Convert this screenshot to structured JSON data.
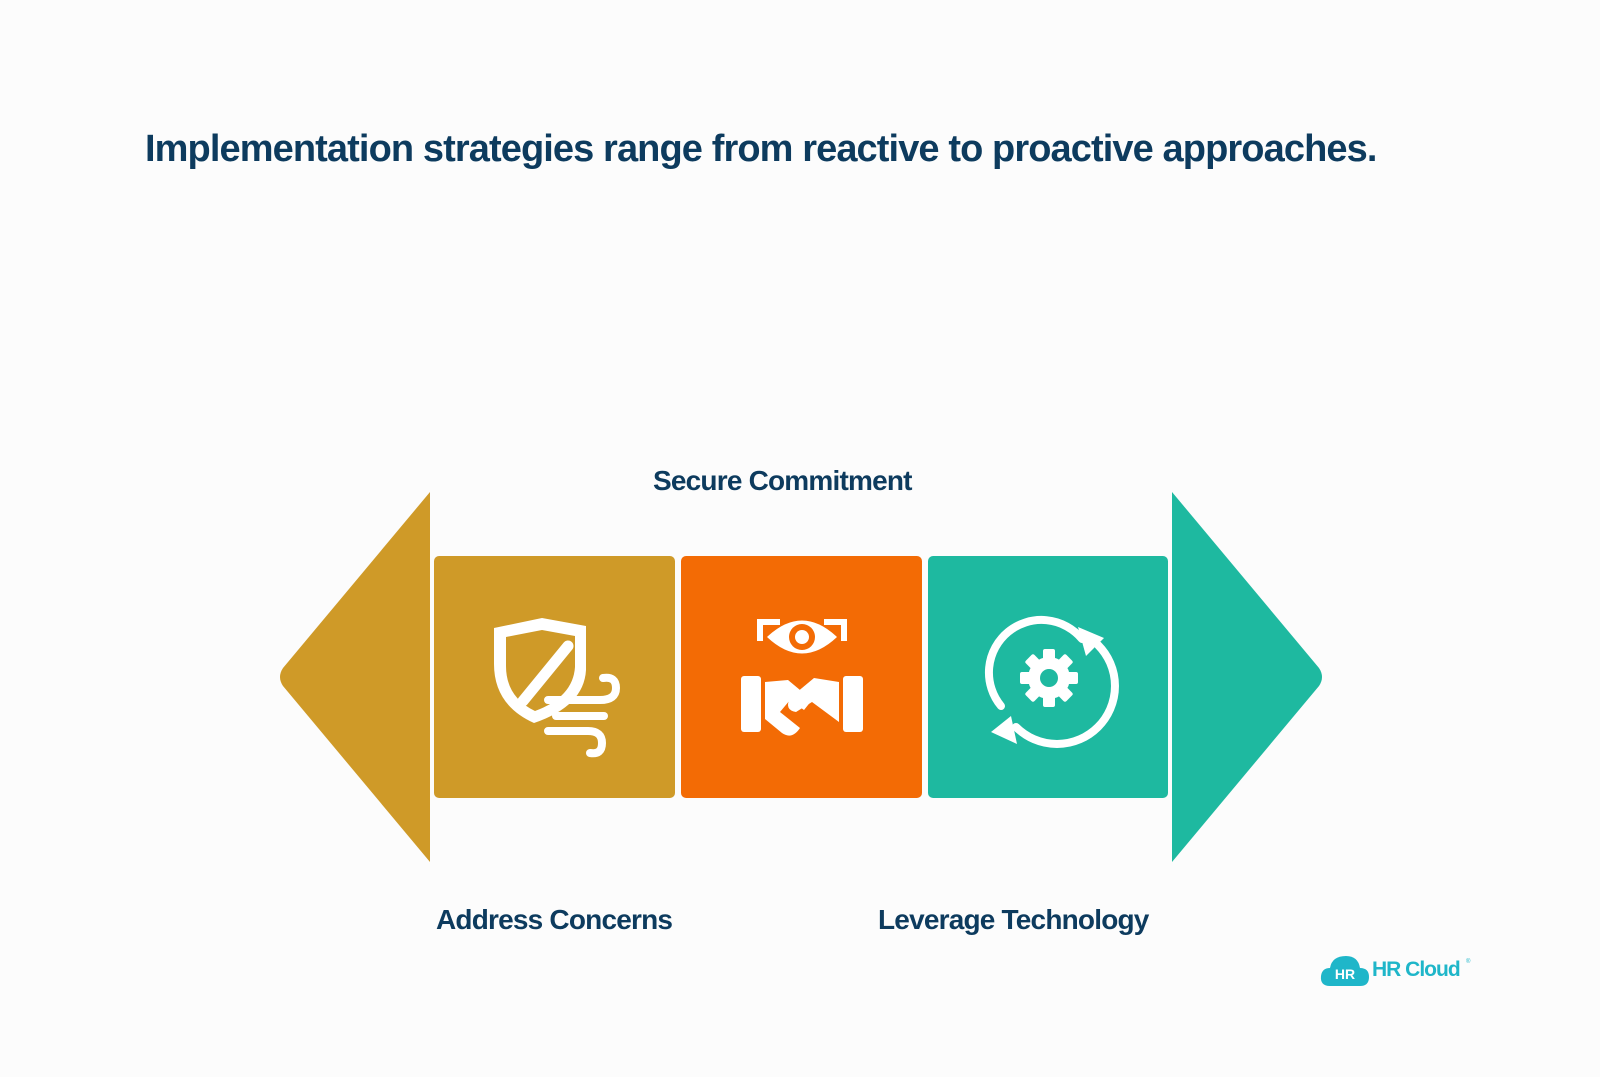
{
  "title": "Implementation strategies range from reactive to proactive approaches.",
  "stages": [
    {
      "label": "Address Concerns",
      "icon": "shield-wind-icon",
      "color": "#cf9a28"
    },
    {
      "label": "Secure Commitment",
      "icon": "handshake-eye-icon",
      "color": "#f36b05"
    },
    {
      "label": "Leverage Technology",
      "icon": "gear-cycle-icon",
      "color": "#1eb9a0"
    }
  ],
  "logo": {
    "badge": "HR",
    "text": "HR Cloud",
    "color": "#1fb6c9"
  }
}
